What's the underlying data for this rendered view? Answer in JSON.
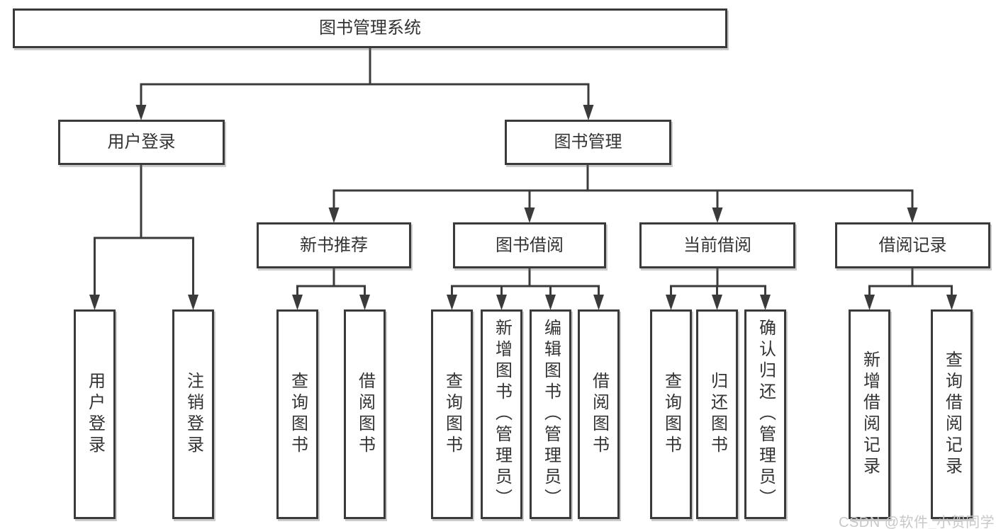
{
  "colors": {
    "line": "#3b3b3b",
    "border": "#3a3a3a",
    "text": "#333333",
    "watermark": "#c8c8c8",
    "background": "#ffffff"
  },
  "diagram": {
    "root": "图书管理系统",
    "branches": [
      {
        "label": "用户登录",
        "children": [
          "用户登录",
          "注销登录"
        ]
      },
      {
        "label": "图书管理",
        "children": [
          {
            "label": "新书推荐",
            "children": [
              "查询图书",
              "借阅图书"
            ]
          },
          {
            "label": "图书借阅",
            "children": [
              "查询图书",
              "新增图书（管理员）",
              "编辑图书（管理员）",
              "借阅图书"
            ]
          },
          {
            "label": "当前借阅",
            "children": [
              "查询图书",
              "归还图书",
              "确认归还（管理员）"
            ]
          },
          {
            "label": "借阅记录",
            "children": [
              "新增借阅记录",
              "查询借阅记录"
            ]
          }
        ]
      }
    ]
  },
  "watermark": "CSDN @软件_小贺同学"
}
